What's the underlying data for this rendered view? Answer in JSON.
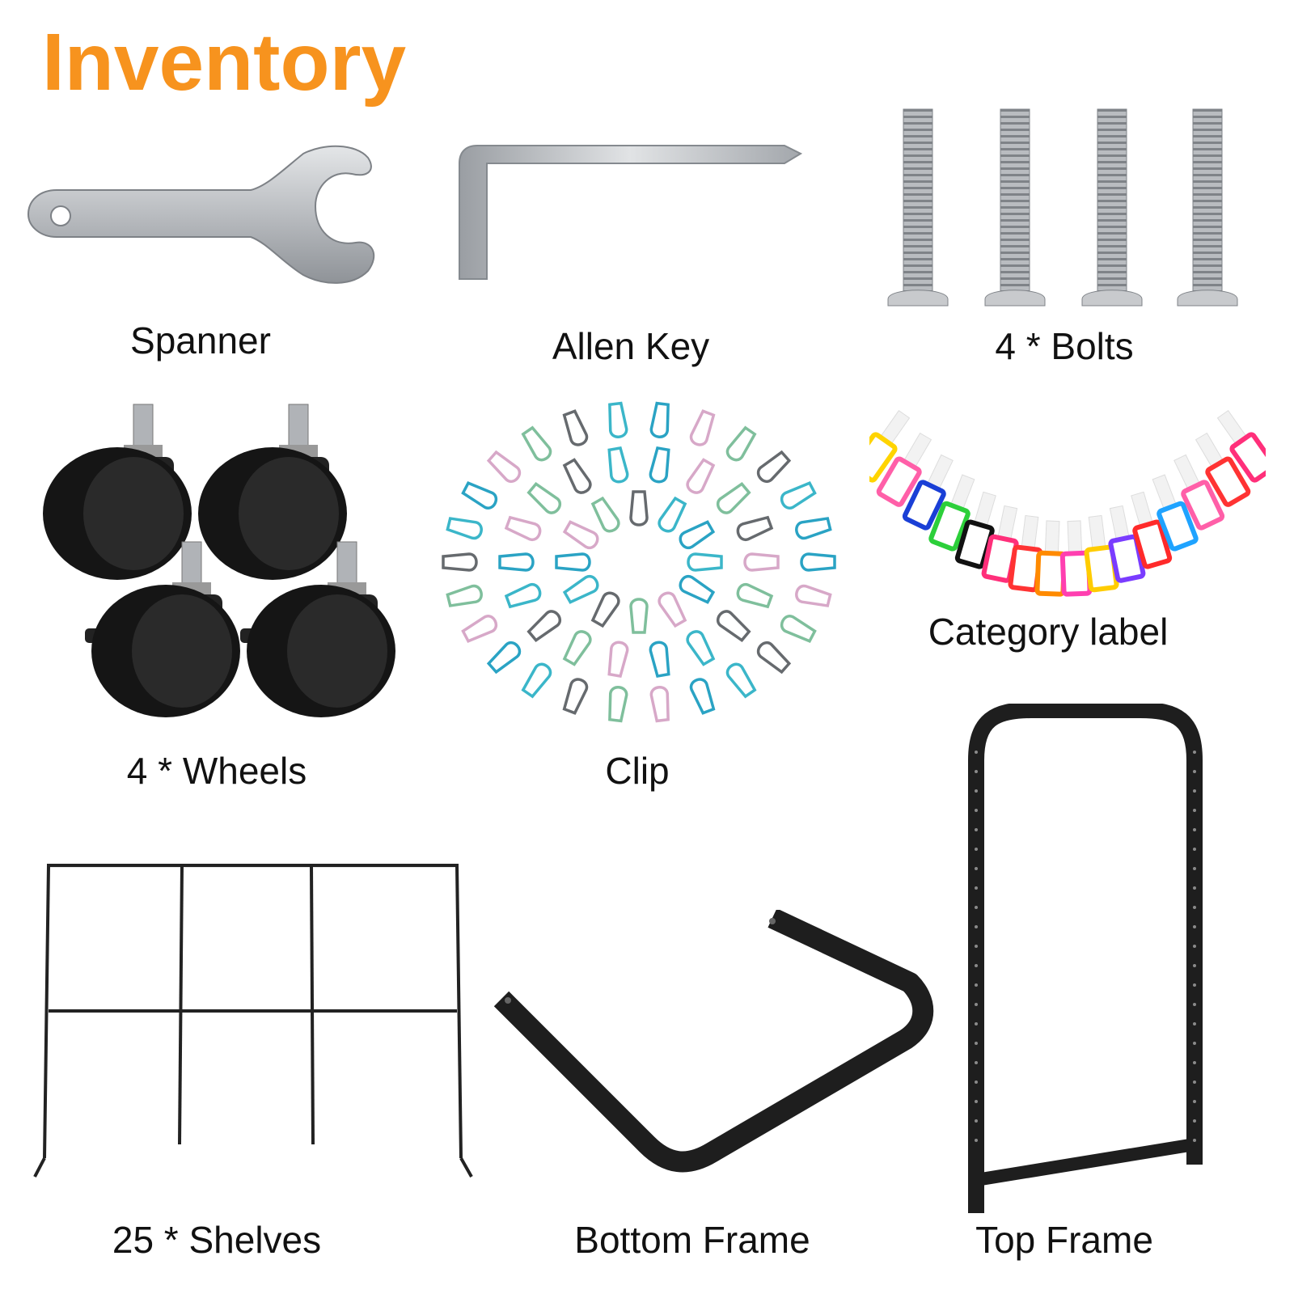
{
  "title": "Inventory",
  "colors": {
    "title": "#F7931E",
    "metal": "#b9bcc0",
    "frame": "#222222",
    "wheel": "#151515"
  },
  "items": [
    {
      "label": "Spanner",
      "icon": "spanner-icon"
    },
    {
      "label": "Allen Key",
      "icon": "allen-key-icon"
    },
    {
      "label": "4 * Bolts",
      "icon": "bolt-icon"
    },
    {
      "label": "4 * Wheels",
      "icon": "wheel-icon"
    },
    {
      "label": "Clip",
      "icon": "clip-icon"
    },
    {
      "label": "Category label",
      "icon": "tag-icon"
    },
    {
      "label": "25 * Shelves",
      "icon": "shelf-icon"
    },
    {
      "label": "Bottom Frame",
      "icon": "bottom-frame-icon"
    },
    {
      "label": "Top Frame",
      "icon": "top-frame-icon"
    }
  ]
}
